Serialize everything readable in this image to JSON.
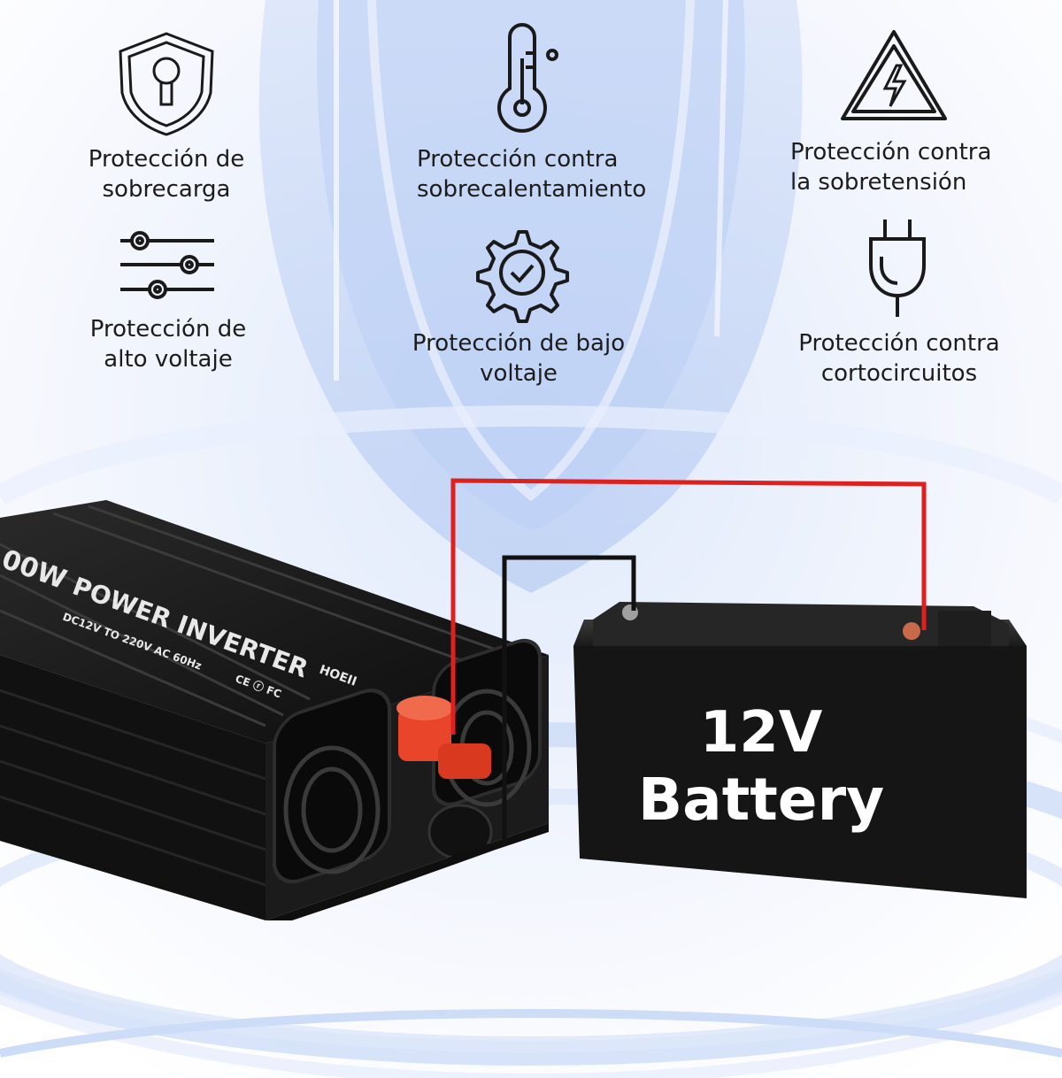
{
  "features": [
    {
      "id": "overload",
      "line1": "Protección de",
      "line2": "sobrecarga",
      "icon": "shield-keyhole-icon"
    },
    {
      "id": "overheat",
      "line1": "Protección contra",
      "line2": "sobrecalentamiento",
      "icon": "thermometer-icon"
    },
    {
      "id": "overvoltage",
      "line1": "Protección contra",
      "line2": "la sobretensión",
      "icon": "high-voltage-warning-icon"
    },
    {
      "id": "high-voltage",
      "line1": "Protección de",
      "line2": "alto voltaje",
      "icon": "sliders-icon"
    },
    {
      "id": "low-voltage",
      "line1": "Protección de bajo",
      "line2": "voltaje",
      "icon": "gear-check-icon"
    },
    {
      "id": "short-circuit",
      "line1": "Protección contra",
      "line2": "cortocircuitos",
      "icon": "plug-icon"
    }
  ],
  "battery": {
    "voltage": "12V",
    "label": "Battery"
  },
  "inverter": {
    "title": "POWER INVERTER",
    "rating": "00W",
    "spec": "DC12V TO 220V AC  60Hz",
    "brand": "HOEII",
    "marks": "CE ⓡ FC"
  },
  "colors": {
    "red_wire": "#e01f1f",
    "black_wire": "#111111",
    "accent": "#a9c4f2",
    "terminal_red": "#e8452a"
  }
}
